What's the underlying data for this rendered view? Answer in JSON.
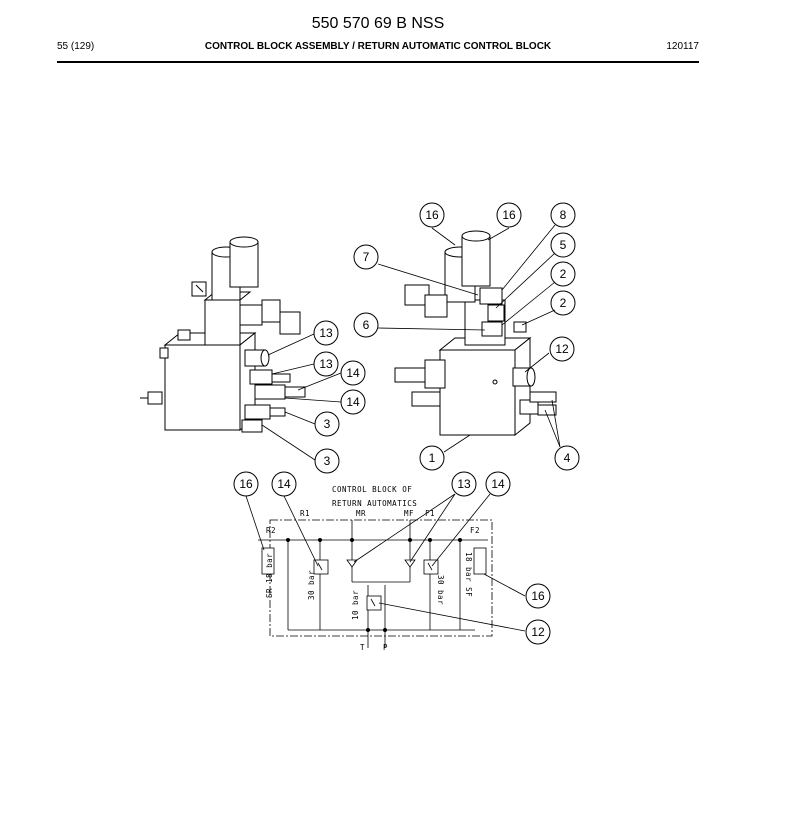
{
  "header": {
    "doc_number": "550 570 69 B NSS",
    "page_ref": "55 (129)",
    "title": "CONTROL BLOCK ASSEMBLY / RETURN AUTOMATIC CONTROL BLOCK",
    "date_code": "120117"
  },
  "schematic": {
    "title_line1": "CONTROL BLOCK OF",
    "title_line2": "RETURN AUTOMATICS",
    "ports": {
      "r2": "R2",
      "r1": "R1",
      "mr": "MR",
      "mf": "MF",
      "f1": "F1",
      "f2": "F2",
      "t": "T",
      "p": "P"
    },
    "valve_labels": {
      "sr": "SR 18 bar",
      "r1_relief": "30 bar",
      "main_relief": "10 bar",
      "f1_relief": "30 bar",
      "sf": "18 bar SF"
    }
  },
  "callouts": {
    "left_13a": "13",
    "left_13b": "13",
    "left_14a": "14",
    "left_14b": "14",
    "left_3a": "3",
    "left_3b": "3",
    "right_16a": "16",
    "right_16b": "16",
    "right_8": "8",
    "right_5": "5",
    "right_7": "7",
    "right_2a": "2",
    "right_2b": "2",
    "right_6": "6",
    "right_12": "12",
    "right_1": "1",
    "right_4": "4",
    "schem_16_left": "16",
    "schem_14_left": "14",
    "schem_13": "13",
    "schem_14_right": "14",
    "schem_16_right": "16",
    "schem_12": "12"
  }
}
